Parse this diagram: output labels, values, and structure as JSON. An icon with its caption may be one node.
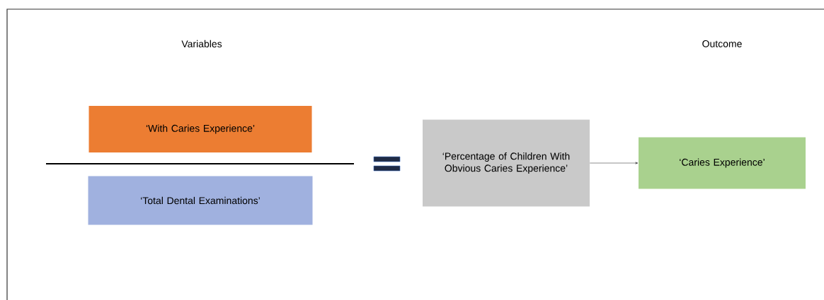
{
  "diagram": {
    "nodes": [
      {
        "text": [
          "‘With Caries Experience’"
        ]
      },
      {
        "text": [
          "‘Total Dental Examinations’"
        ]
      },
      {
        "text": [
          "‘Percentage of Children With Obvious Caries Experience’"
        ]
      },
      {
        "text": [
          "‘Caries Experience’"
        ]
      }
    ],
    "edges": [
      {
        "from": 2,
        "to": 3,
        "arrow": "to"
      }
    ],
    "labels": [
      "Variables",
      "Outcome"
    ]
  }
}
